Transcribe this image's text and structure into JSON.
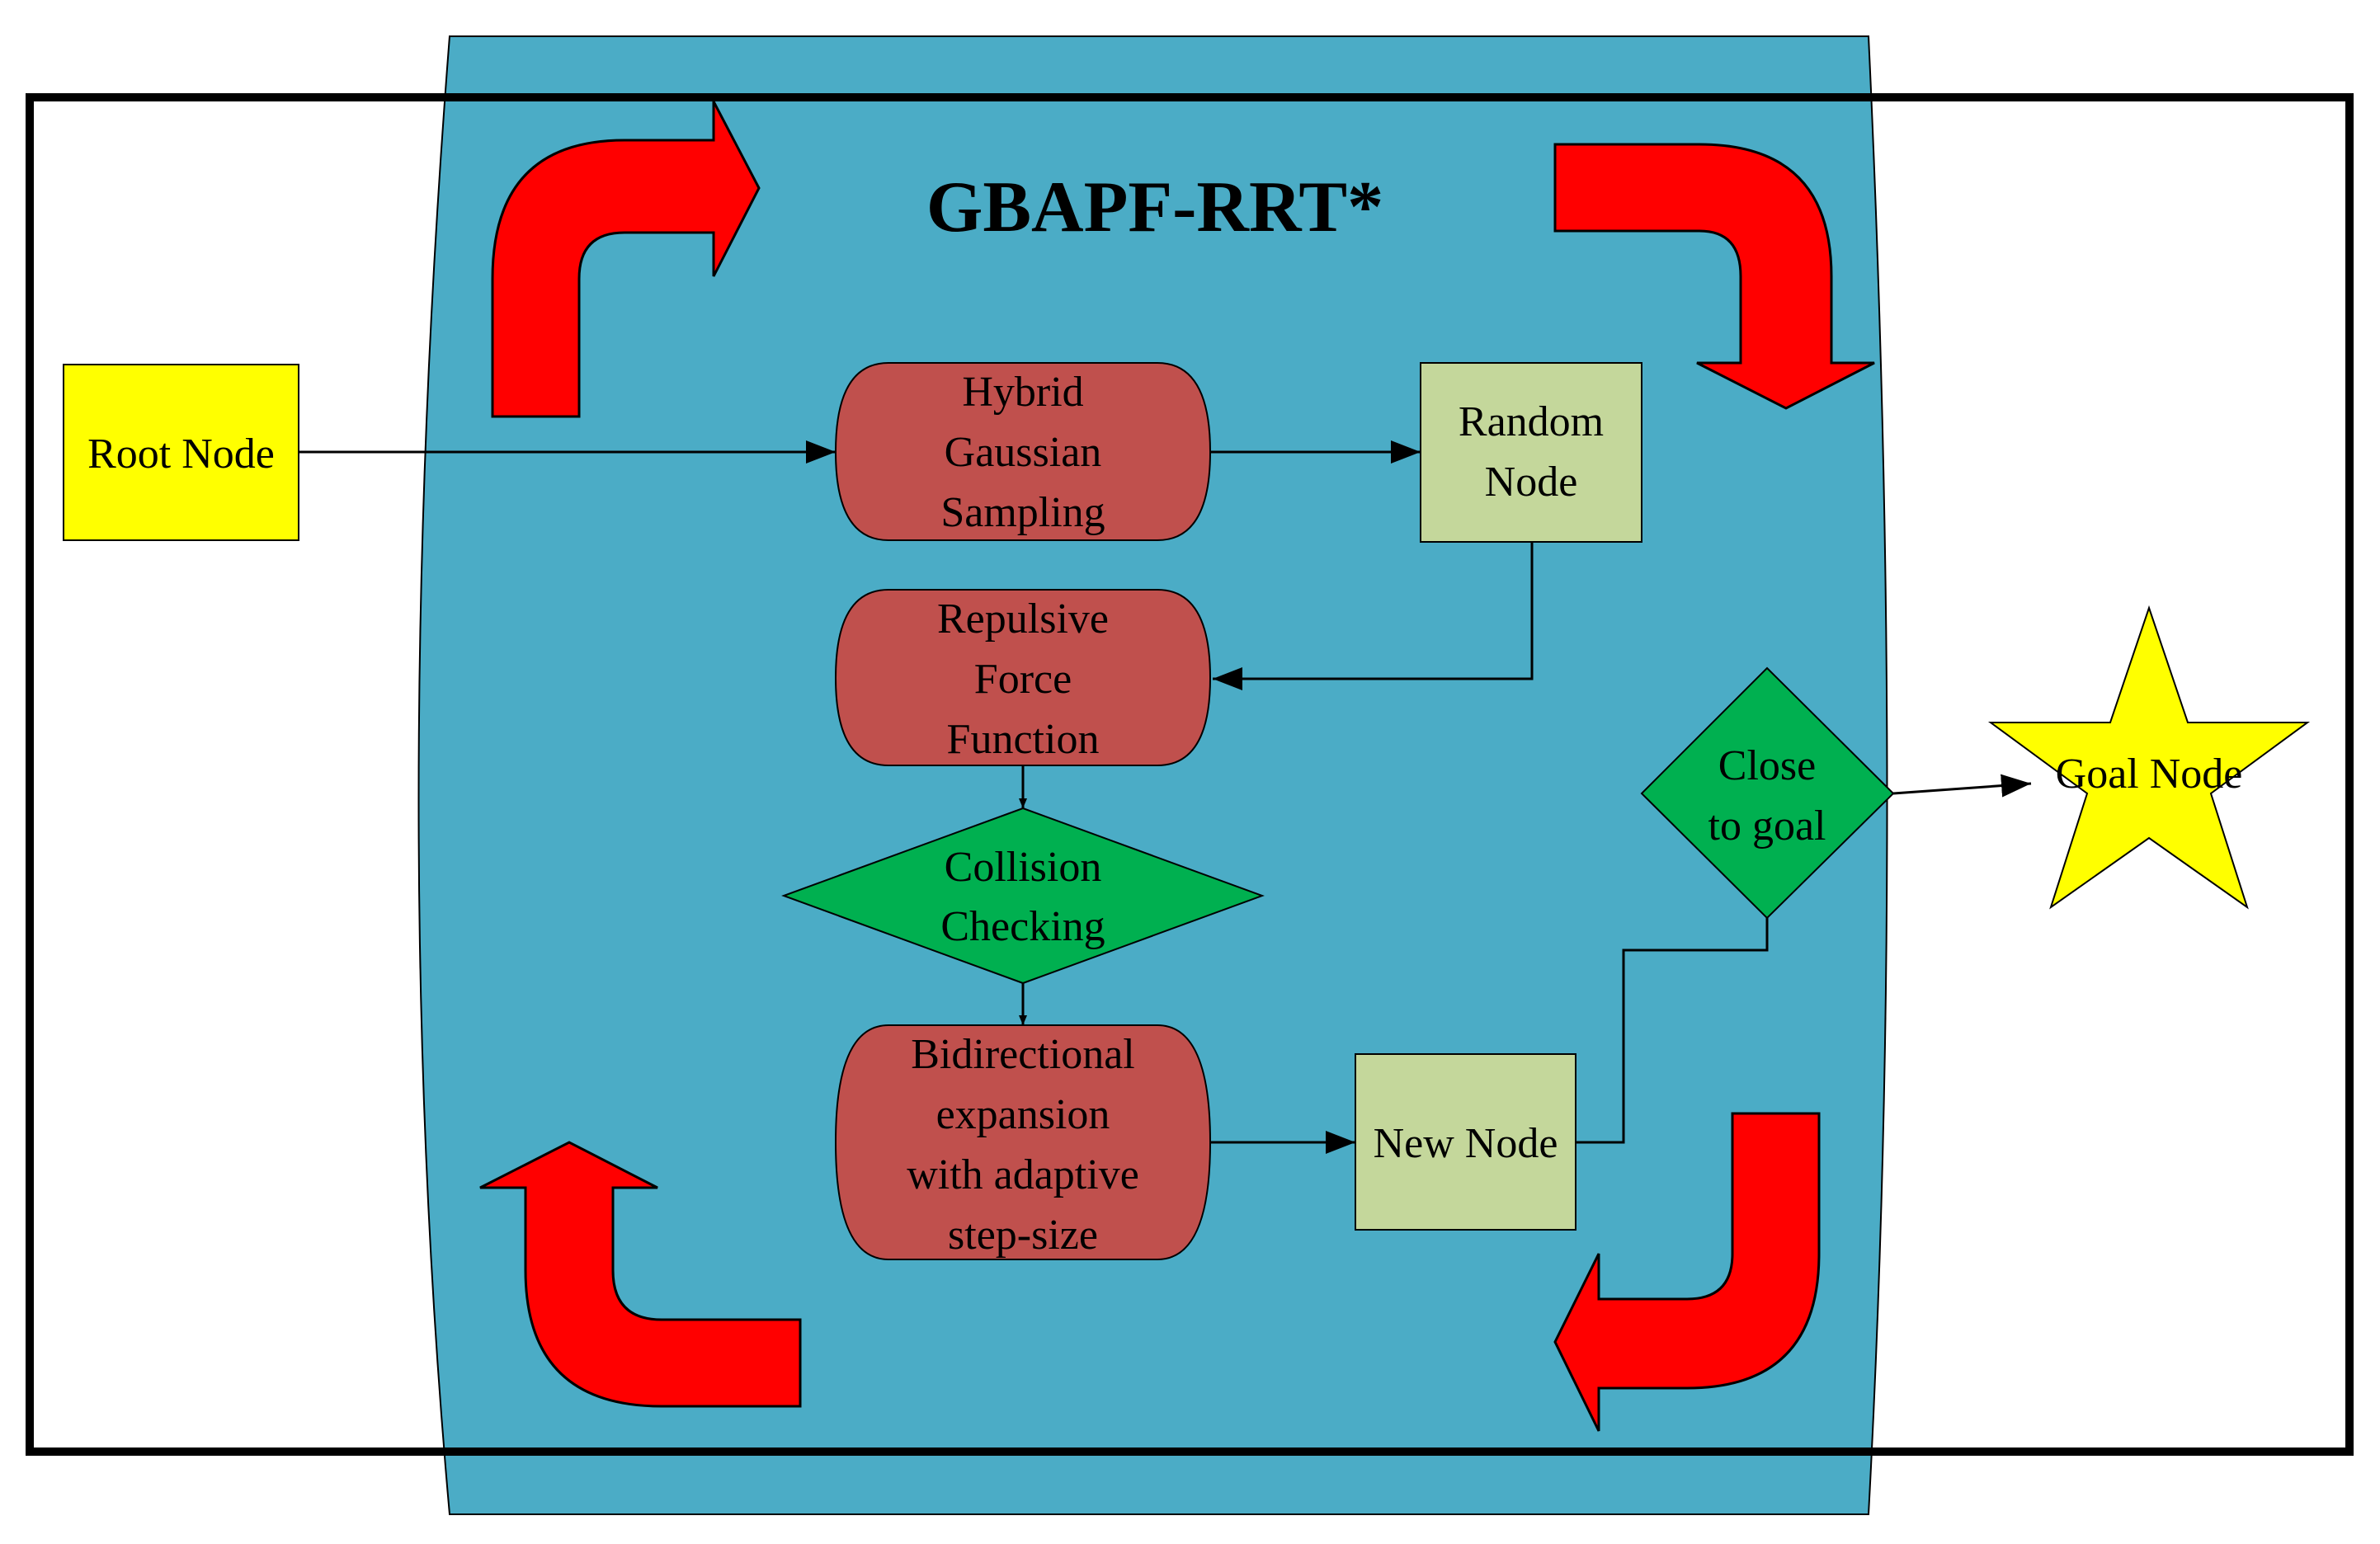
{
  "title": "GBAPF-RRT*",
  "nodes": {
    "root": {
      "lines": [
        "Root Node"
      ]
    },
    "hybrid_sampling": {
      "lines": [
        "Hybrid",
        "Gaussian",
        "Sampling"
      ]
    },
    "random_node": {
      "lines": [
        "Random",
        "Node"
      ]
    },
    "repulsive_force": {
      "lines": [
        "Repulsive",
        "Force",
        "Function"
      ]
    },
    "collision_checking": {
      "lines": [
        "Collision",
        "Checking"
      ]
    },
    "bidirectional_expansion": {
      "lines": [
        "Bidirectional",
        "expansion",
        "with adaptive",
        "step-size"
      ]
    },
    "new_node": {
      "lines": [
        "New Node"
      ]
    },
    "close_to_goal": {
      "lines": [
        "Close",
        "to goal"
      ]
    },
    "goal_node": {
      "lines": [
        "Goal Node"
      ]
    }
  },
  "colors": {
    "panel": "#4BACC6",
    "process": "#C0504D",
    "decision": "#00B050",
    "node_box": "#C4D79B",
    "terminal": "#FFFF00",
    "arrow": "#FF0000",
    "outline": "#000000"
  }
}
